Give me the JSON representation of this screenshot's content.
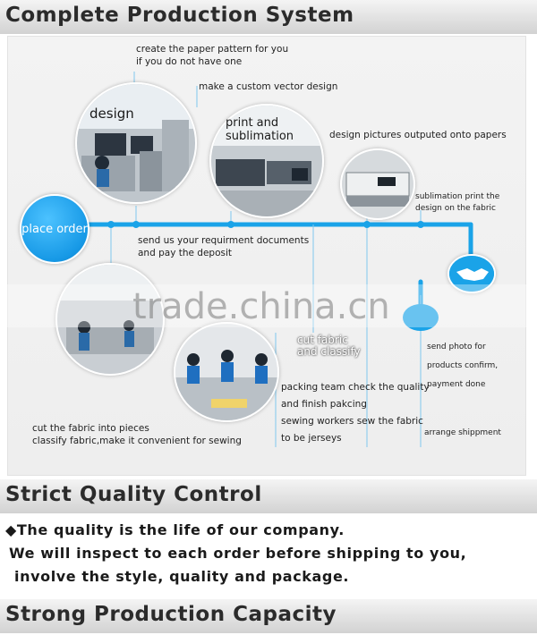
{
  "headers": {
    "production_system": "Complete Production System",
    "quality_control": "Strict Quality Control",
    "production_capacity": "Strong Production Capacity"
  },
  "circles": {
    "design": "design",
    "print": "print and sublimation",
    "order": "place order",
    "cut": "cut fabric and classify"
  },
  "captions": {
    "pattern_1": "create the paper pattern for you",
    "pattern_2": "if you do not have one",
    "vector": "make a custom vector design",
    "outputted": "design pictures outputed onto papers",
    "sublimation_1": "sublimation print the",
    "sublimation_2": "design on the fabric",
    "requirement_1": "send us your requirment documents",
    "requirement_2": "and pay the deposit",
    "packing_1": "packing team check the quality",
    "packing_2": "and finish pakcing",
    "sewing_1": "sewing workers sew the fabric",
    "sewing_2": "to be jerseys",
    "cut_1": "cut the fabric into pieces",
    "cut_2": "classify fabric,make it convenient for sewing",
    "photo_1": "send photo for",
    "photo_2": "products confirm,",
    "photo_3": "payment done",
    "shipment": "arrange shippment"
  },
  "quality_text": {
    "line1": "◆The quality is the life of our company.",
    "line2": "We will inspect to each order before shipping to you,",
    "line3": "involve the style, quality and package."
  },
  "watermark": "trade.china.cn",
  "colors": {
    "flow_line": "#1aa3e8",
    "header_gradient_top": "#f4f4f4",
    "header_gradient_bottom": "#d2d2d2"
  }
}
